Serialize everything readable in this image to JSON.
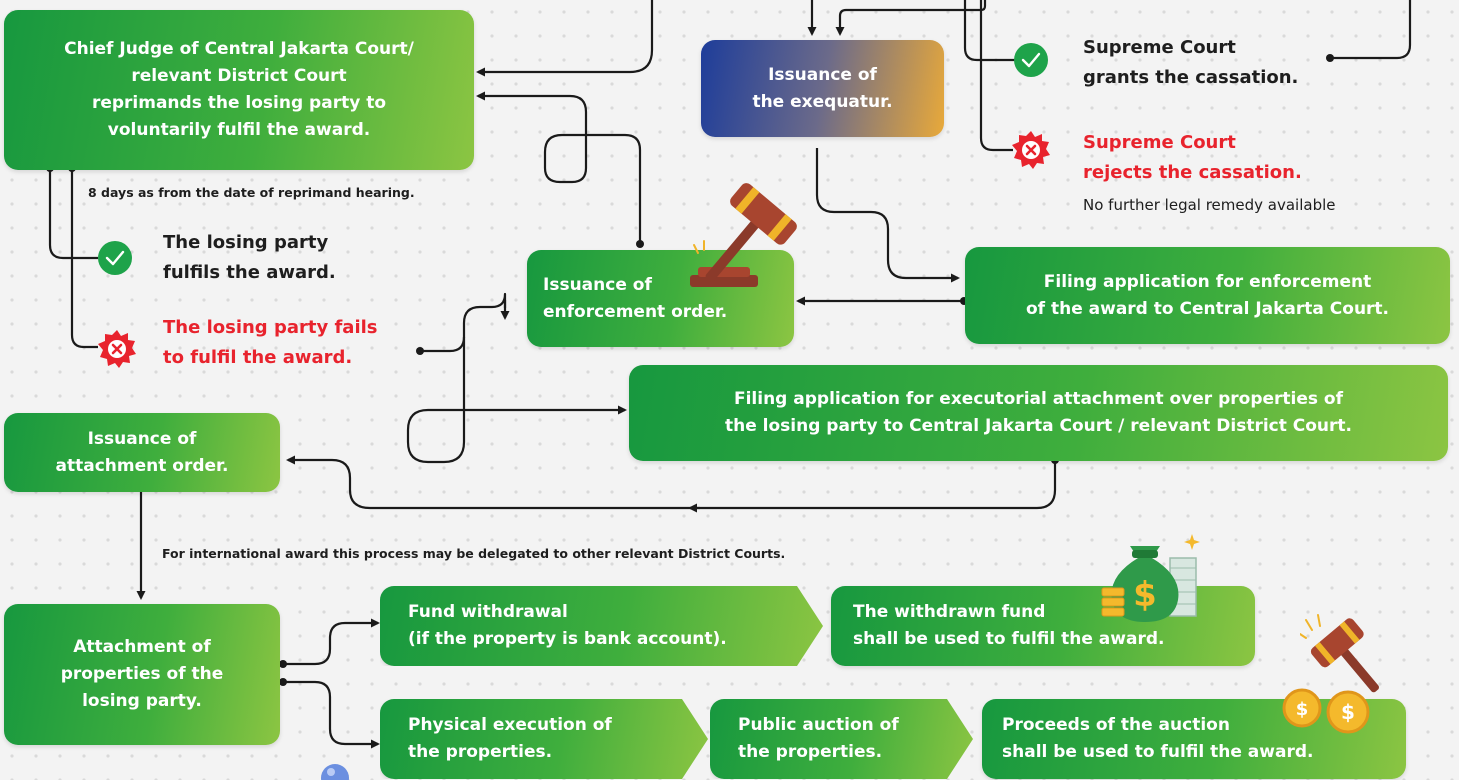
{
  "nodes": {
    "chief_judge": "Chief Judge of Central Jakarta Court/\nrelevant District Court\nreprimands the losing party to\nvoluntarily fulfil the award.",
    "exequatur": "Issuance of\nthe exequatur.",
    "enforcement_order": "Issuance of\nenforcement order.",
    "filing_enforcement": "Filing application for enforcement\nof the award to Central Jakarta Court.",
    "filing_attachment": "Filing application for executorial attachment over properties of\nthe losing party to Central Jakarta Court / relevant District Court.",
    "attachment_order": "Issuance of\nattachment order.",
    "attachment_of_properties": "Attachment of\nproperties of the\nlosing party.",
    "fund_withdrawal": "Fund withdrawal\n(if the property is bank account).",
    "withdrawn_fund": "The withdrawn fund\nshall be used to fulfil the award.",
    "physical_execution": "Physical execution of\nthe properties.",
    "public_auction": "Public auction of\nthe properties.",
    "proceeds": "Proceeds of the auction\nshall be used to fulfil the award."
  },
  "outcomes": {
    "cassation_granted": "Supreme Court\ngrants the cassation.",
    "cassation_rejected": "Supreme Court\nrejects the cassation.",
    "no_remedy": "No further legal remedy available",
    "party_fulfils": "The losing party\nfulfils the award.",
    "party_fails": "The losing party fails\nto fulfil the award."
  },
  "notes": {
    "eight_days": "8 days as from the date of reprimand hearing.",
    "international": "For international award this process may be delegated to other relevant District Courts."
  },
  "icons": {
    "check": "check-icon",
    "cross": "cross-badge-icon",
    "gavel": "gavel-icon",
    "money_bag": "money-bag-icon",
    "coins": "coins-icon"
  },
  "colors": {
    "green_dark": "#17983f",
    "green_light": "#8cc542",
    "red": "#e8232d",
    "line": "#1a1a1a"
  }
}
